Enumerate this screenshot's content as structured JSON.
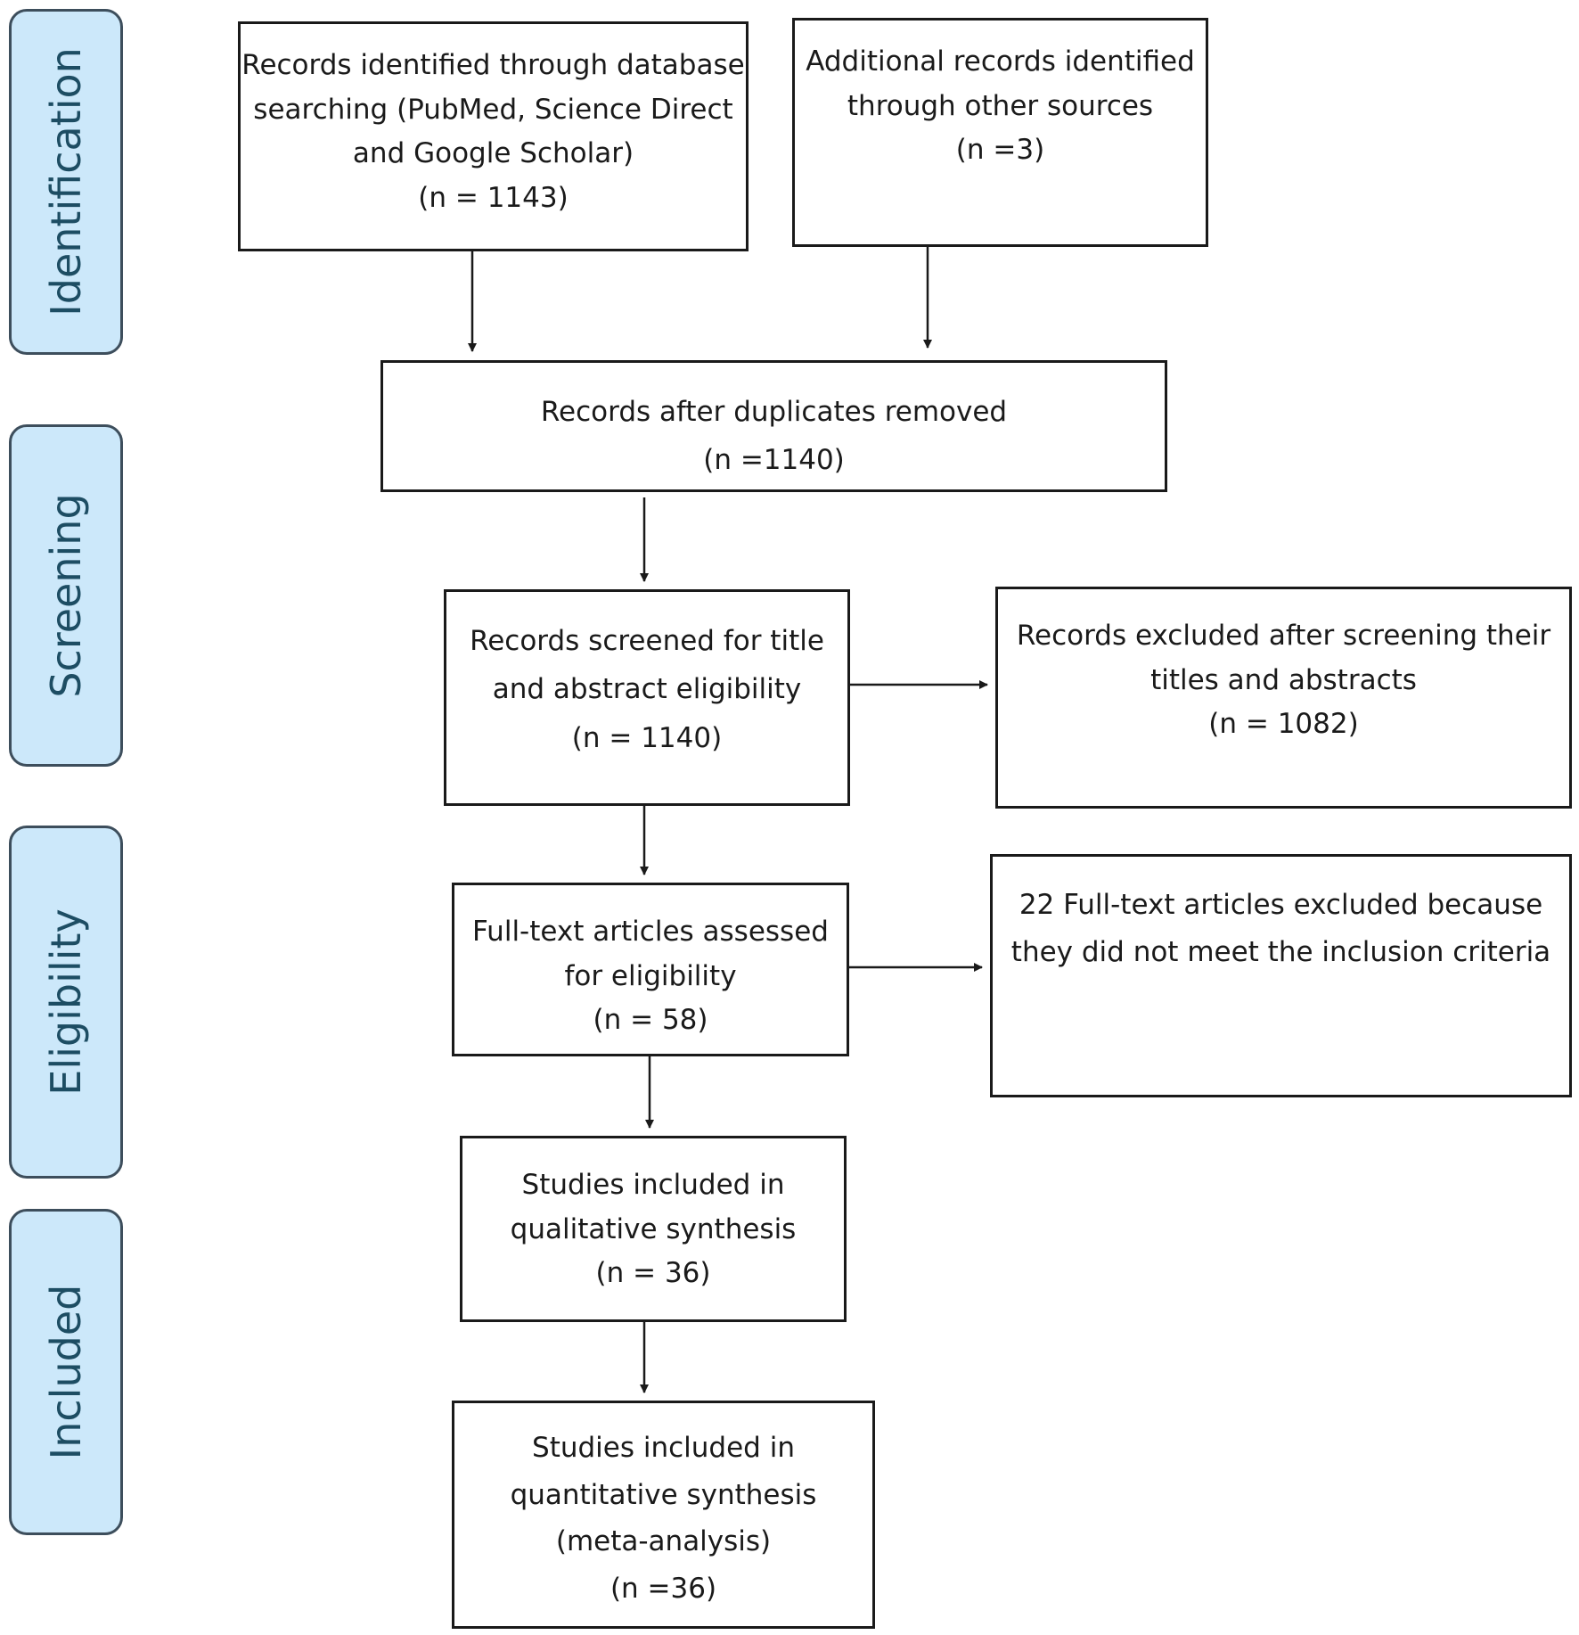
{
  "stages": {
    "identification": "Identification",
    "screening": "Screening",
    "eligibility": "Eligibility",
    "included": "Included"
  },
  "boxes": {
    "database": {
      "lines": [
        "Records identified through database",
        "searching (PubMed, Science Direct",
        "and Google Scholar)"
      ],
      "count": "(n = 1143)"
    },
    "other_sources": {
      "lines": [
        "Additional records identified",
        "through other sources"
      ],
      "count": "(n =3)"
    },
    "duplicates_removed": {
      "lines": [
        "Records after duplicates removed"
      ],
      "count": "(n =1140)"
    },
    "screened": {
      "lines": [
        "Records screened for title",
        "and abstract eligibility"
      ],
      "count": "(n = 1140)"
    },
    "excluded_screening": {
      "lines": [
        "Records excluded after screening their",
        "titles and abstracts"
      ],
      "count": "(n = 1082)"
    },
    "fulltext_assessed": {
      "lines": [
        "Full-text articles assessed",
        "for eligibility"
      ],
      "count": "(n = 58)"
    },
    "fulltext_excluded": {
      "lines": [
        "22 Full-text articles excluded because",
        "they did not meet the inclusion  criteria"
      ]
    },
    "qualitative": {
      "lines": [
        "Studies included in",
        "qualitative synthesis"
      ],
      "count": "(n = 36)"
    },
    "quantitative": {
      "lines": [
        "Studies included in",
        "quantitative synthesis",
        "(meta-analysis)"
      ],
      "count": "(n =36)"
    }
  },
  "colors": {
    "stage_fill": "#cce8fa",
    "stage_text": "#1d4d63",
    "box_border": "#1a1a1a"
  }
}
